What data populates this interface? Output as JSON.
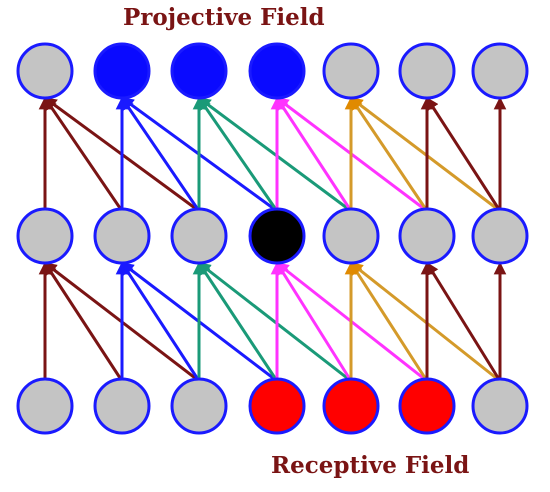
{
  "labels": {
    "projective": "Projective Field",
    "receptive": "Receptive Field"
  },
  "colors": {
    "label_text": "#7a1414",
    "node_fill_default": "#c4c4c4",
    "node_stroke": "#1a1aff",
    "projective_fill": "#0a0aff",
    "center_fill": "#000000",
    "receptive_fill": "#ff0000",
    "group_colors": [
      "#7a1414",
      "#1a1aff",
      "#1a9a78",
      "#ff33ff",
      "#e08a00",
      "#7a1414",
      "#7a1414"
    ],
    "group_stroke_colors": [
      "#7a1414",
      "#1a1aff",
      "#1a9a78",
      "#ff33ff",
      "#d49a2a",
      "#7a1414",
      "#7a1414"
    ]
  },
  "network": {
    "layers": 3,
    "nodes_per_layer": 7,
    "node_fills": {
      "top": [
        "default",
        "projective",
        "projective",
        "projective",
        "default",
        "default",
        "default"
      ],
      "middle": [
        "default",
        "default",
        "default",
        "center",
        "default",
        "default",
        "default"
      ],
      "bottom": [
        "default",
        "default",
        "default",
        "receptive",
        "receptive",
        "receptive",
        "default"
      ]
    },
    "connections_per_node": "each node receives arrows from the nodes directly below, below-right and two-to-the-right in the previous layer"
  }
}
